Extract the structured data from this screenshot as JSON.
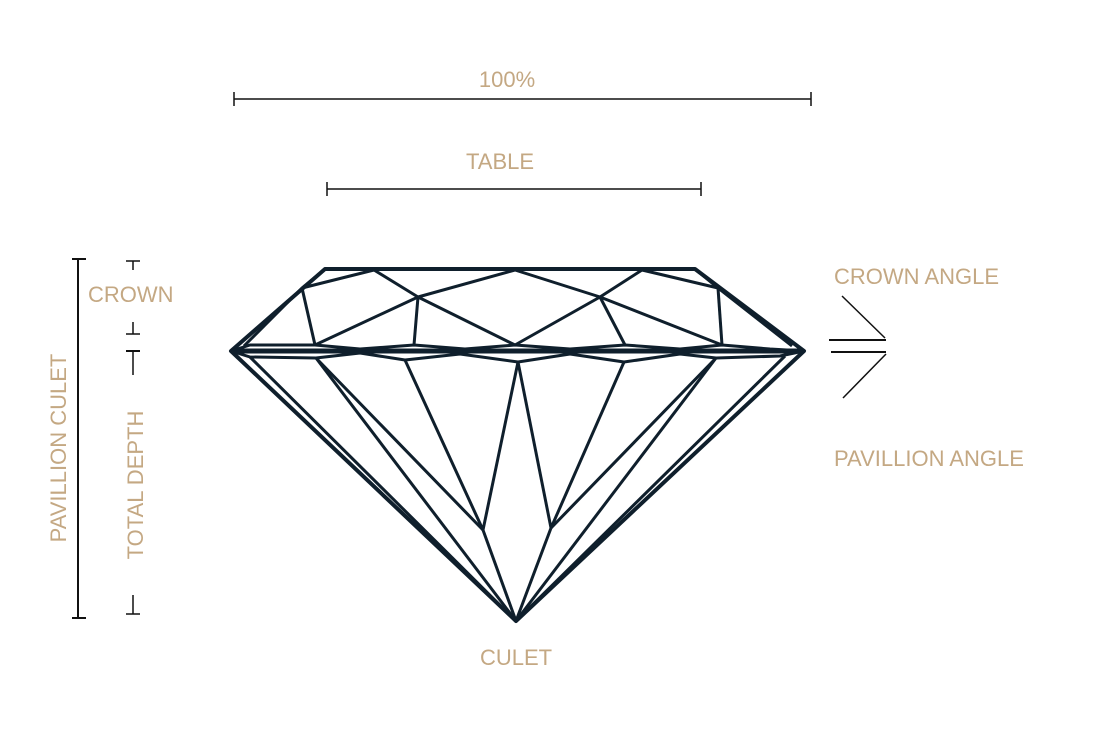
{
  "labels": {
    "full_width": "100%",
    "table": "TABLE",
    "crown": "CROWN",
    "pavillion_culet": "PAVILLION CULET",
    "total_depth": "TOTAL DEPTH",
    "crown_angle": "CROWN ANGLE",
    "pavillion_angle": "PAVILLION ANGLE",
    "culet": "CULET"
  },
  "colors": {
    "label": "#c4a883",
    "diamond_outline": "#0f1f2c",
    "dimension_lines": "#111111"
  }
}
